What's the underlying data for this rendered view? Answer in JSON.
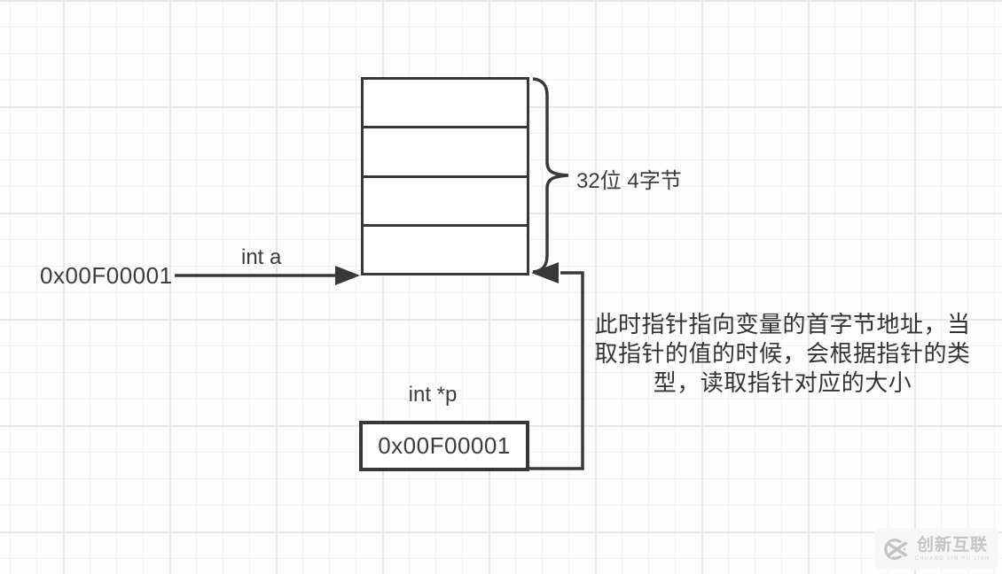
{
  "diagram": {
    "address_label": "0x00F00001",
    "int_a_label": "int a",
    "brace_label": "32位 4字节",
    "int_p_label": "int *p",
    "pointer_box_value": "0x00F00001",
    "memory_cell_count": 4,
    "note_lines": [
      "此时指针指向变量的首字节地址，当",
      "取指针的值的时候，会根据指针的类",
      "型，读取指针对应的大小"
    ]
  },
  "watermark": {
    "brand": "创新互联",
    "brand_sub": "CHUANG XIN HU LIAN"
  },
  "colors": {
    "stroke": "#383838",
    "text": "#3c3c3c",
    "grid_minor": "#f1f1f1",
    "grid_major": "#e7e7e7",
    "background": "#fdfdfd",
    "watermark_gray": "#c4c4c4"
  }
}
